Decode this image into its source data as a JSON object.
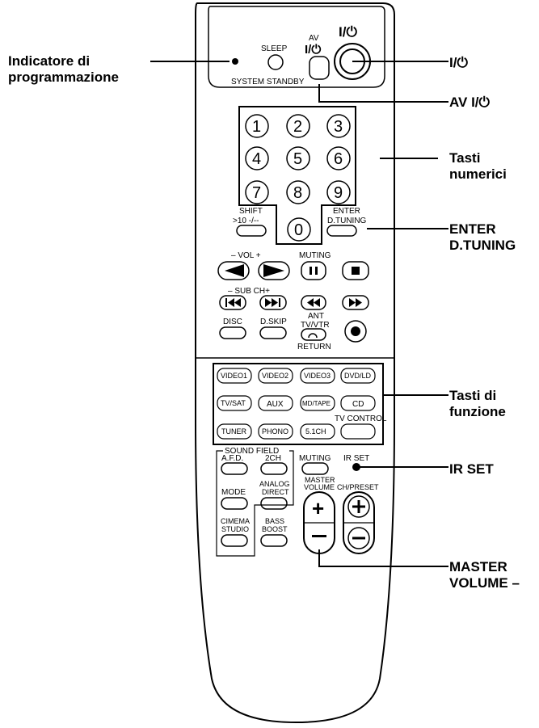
{
  "callouts": {
    "program_indicator": "Indicatore di\nprogrammazione",
    "power": "I/⏻",
    "av_power": "AV I/⏻",
    "numeric_keys": "Tasti\nnumerici",
    "enter_dtuning": "ENTER\nD.TUNING",
    "function_keys": "Tasti di\nfunzione",
    "ir_set": "IR SET",
    "master_volume_minus": "MASTER\nVOLUME –"
  },
  "remote": {
    "top": {
      "sleep": "SLEEP",
      "av": "AV",
      "av_power": "I/⏻",
      "power": "I/⏻",
      "system_standby": "SYSTEM STANDBY"
    },
    "numbers": [
      "1",
      "2",
      "3",
      "4",
      "5",
      "6",
      "7",
      "8",
      "9",
      "0"
    ],
    "shift": "SHIFT",
    "shift_sub": ">10  -/--",
    "enter": "ENTER",
    "dtuning": "D.TUNING",
    "vol": "–   VOL   +",
    "muting_top": "MUTING",
    "sub_ch": "– SUB CH+",
    "disc": "DISC",
    "dskip": "D.SKIP",
    "ant": "ANT",
    "tvvtr": "TV/VTR",
    "return": "RETURN",
    "functions": [
      "VIDEO1",
      "VIDEO2",
      "VIDEO3",
      "DVD/LD",
      "TV/SAT",
      "AUX",
      "MD/TAPE",
      "CD",
      "TUNER",
      "PHONO",
      "5.1CH"
    ],
    "tv_control": "TV CONTROL",
    "sound_field": "SOUND FIELD",
    "afd": "A.F.D.",
    "twoch": "2CH",
    "muting": "MUTING",
    "irset": "IR SET",
    "mode": "MODE",
    "analog": "ANALOG",
    "direct": "DIRECT",
    "master": "MASTER",
    "volume": "VOLUME",
    "chpreset": "CH/PRESET",
    "cinema": "CIMEMA",
    "studio": "STUDIO",
    "bass": "BASS",
    "boost": "BOOST"
  }
}
